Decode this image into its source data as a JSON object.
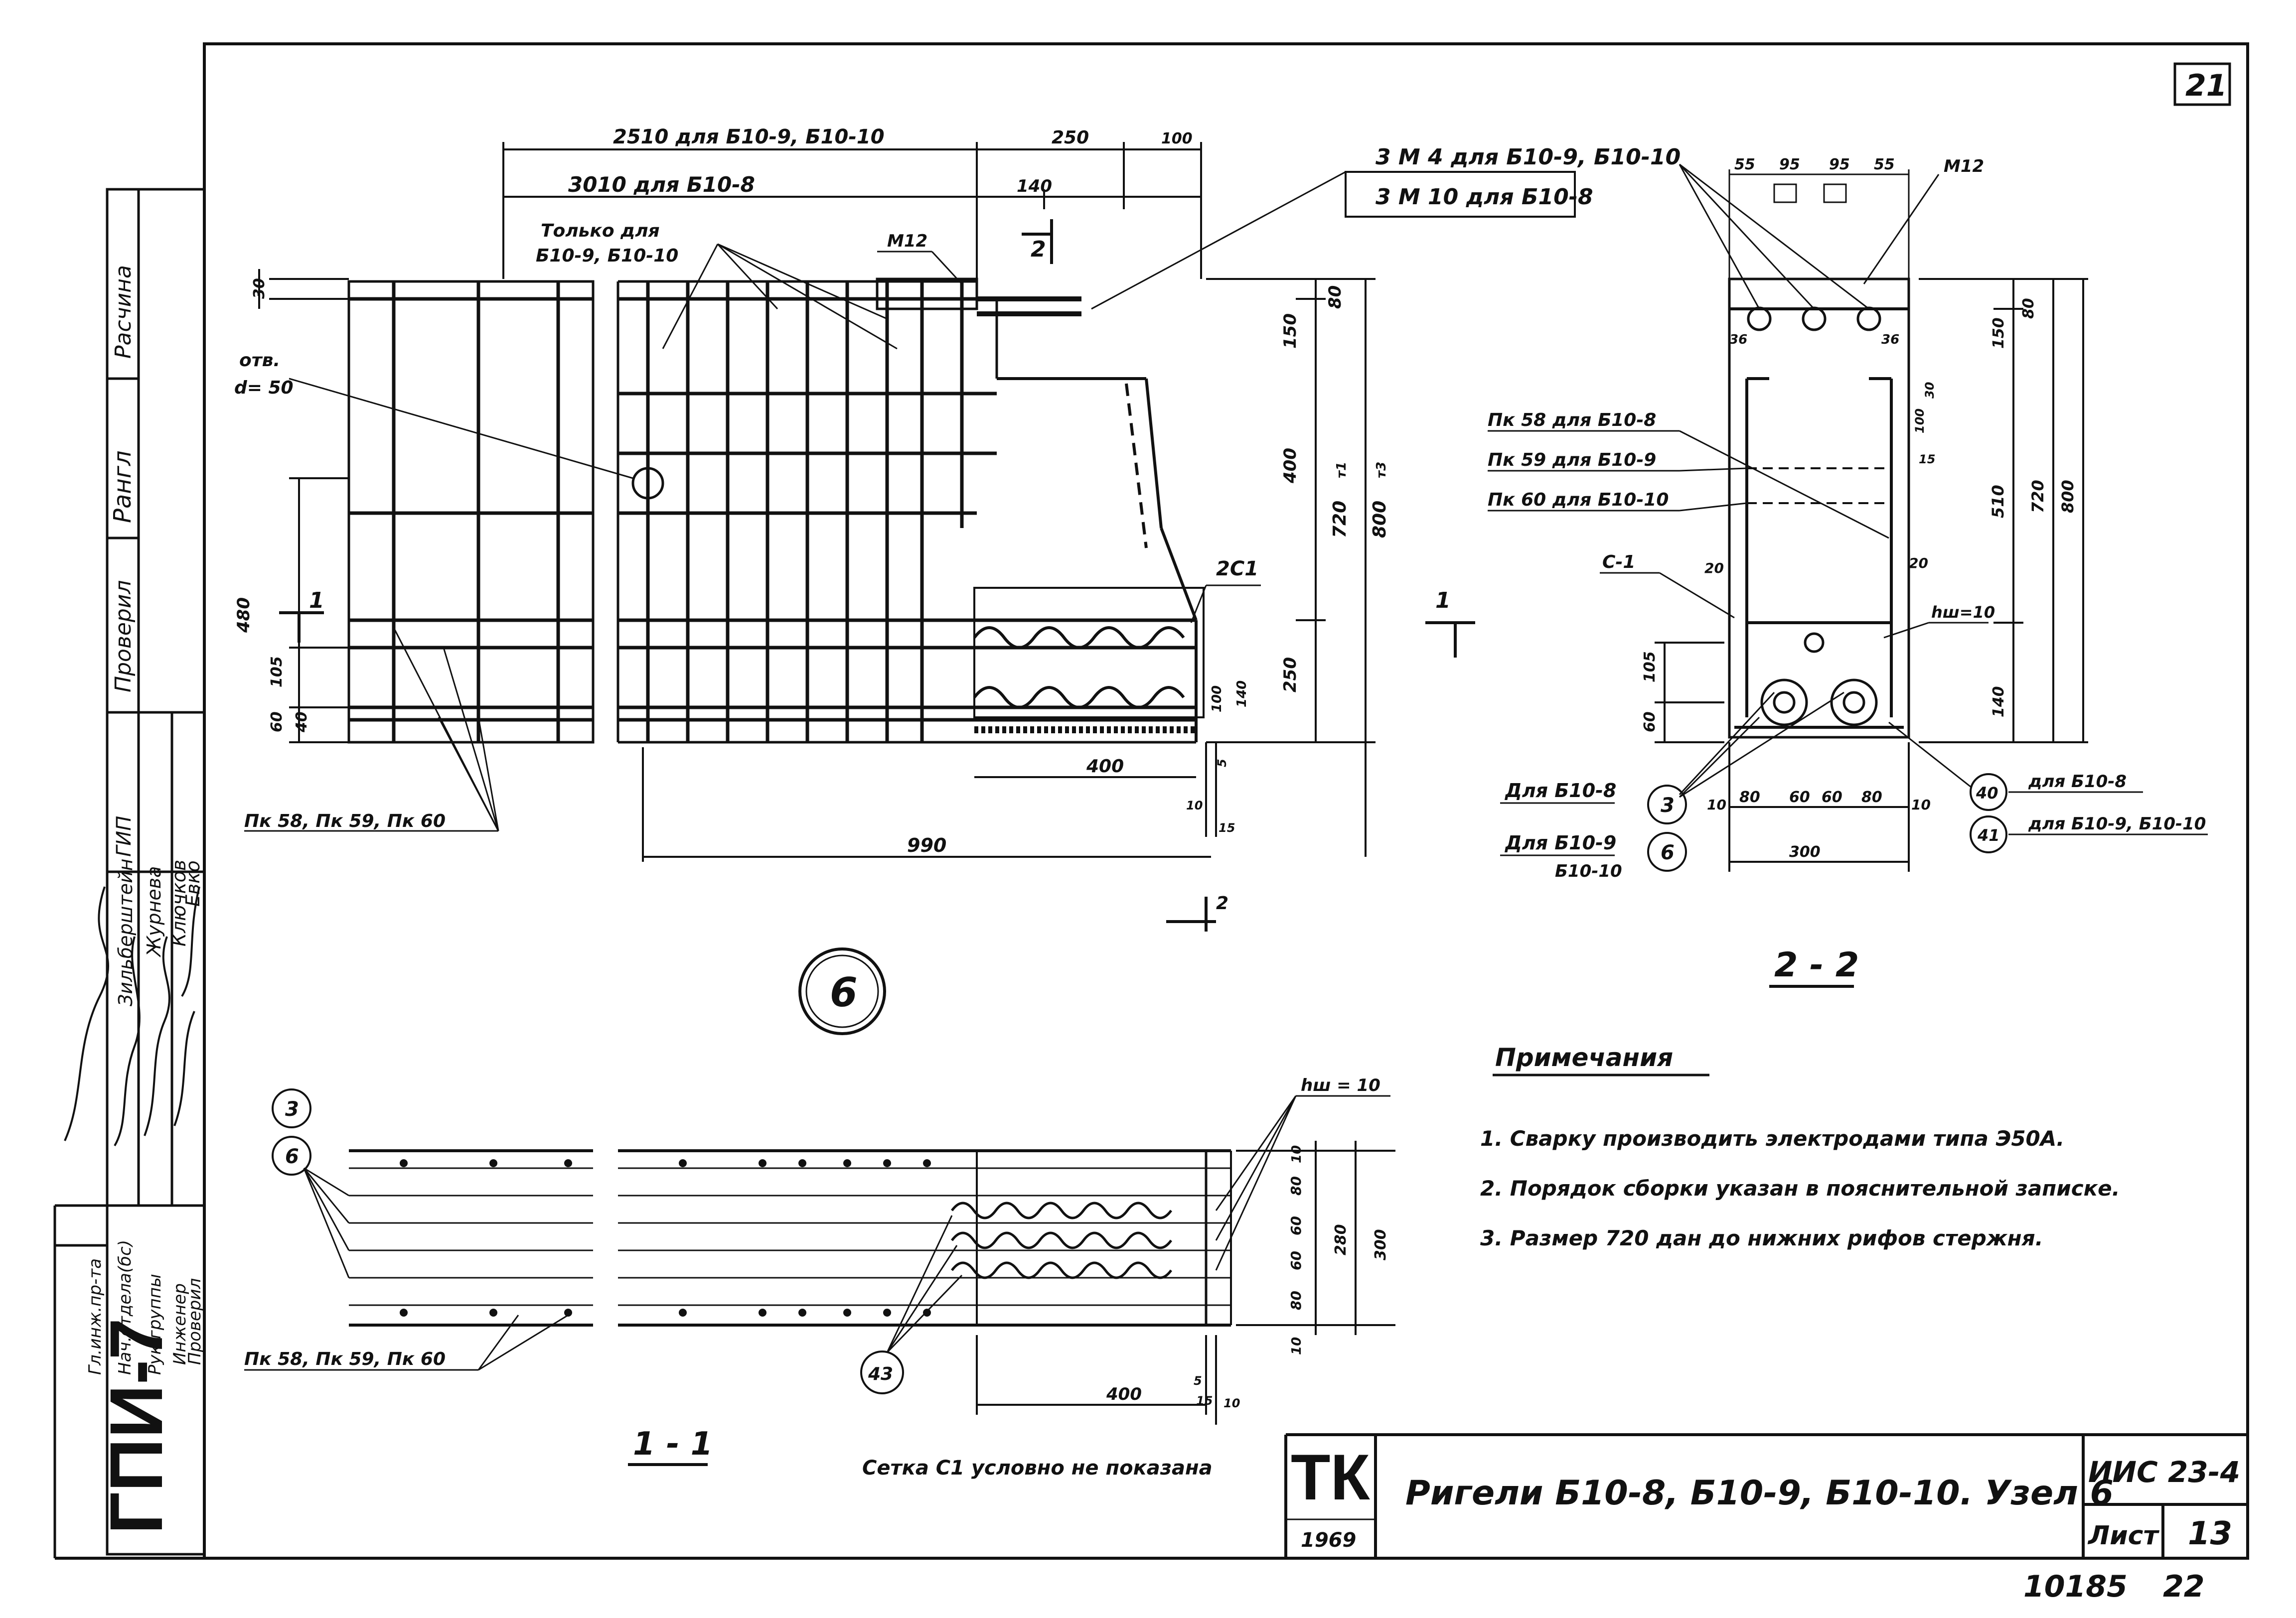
{
  "sheet": {
    "page_number": "21",
    "bottom_number": "10185",
    "bottom_number_2": "22"
  },
  "side_stamp": {
    "org": "ГПИ-7",
    "top_labels": [
      "Расчина",
      "Проверил",
      "ГИП"
    ],
    "top_signature": "Рангл",
    "roles": [
      "Гл.инж.пр-та",
      "Нач.отдела(бс)",
      "Рук.группы",
      "Инженер",
      "Проверил"
    ],
    "names": [
      "Зильберштейн",
      "Журнева",
      "Ключков",
      "Евко"
    ]
  },
  "view_main": {
    "dimensions": {
      "top1": "2510  для Б10-9, Б10-10",
      "top2": "3010  для Б10-8",
      "d250": "250",
      "d100": "100",
      "d140": "140",
      "d30": "30",
      "d150": "150",
      "d80": "80",
      "d400": "400",
      "d720": "720",
      "d800": "800",
      "d250v": "250",
      "d480": "480",
      "d105": "105",
      "d60": "60",
      "d40": "40",
      "d100v": "100",
      "d140v": "140",
      "d5": "5",
      "d10": "10",
      "d15": "15",
      "d400h": "400",
      "d990": "990"
    },
    "labels": {
      "only_for": "Только для",
      "only_for_2": "Б10-9,  Б10-10",
      "m12": "М12",
      "hole": "отв.",
      "hole_d": "d= 50",
      "c1": "2С1",
      "rebar": "Пк 58, Пк 59, Пк 60",
      "section_2": "2",
      "section_1": "1",
      "node_number": "6",
      "t1": "т1",
      "t3": "т3"
    }
  },
  "view_2_2": {
    "title": "2 - 2",
    "callout_1": "3 М 4   для Б10-9, Б10-10",
    "callout_2": "3 М 10   для Б10-8",
    "m12": "М12",
    "pk58": "Пк 58  для Б10-8",
    "pk59": "Пк 59  для Б10-9",
    "pk60": "Пк 60  для Б10-10",
    "c1": "С-1",
    "hw": "hш=10",
    "for_b10_8": "Для Б10-8",
    "for_b10_9": "Для Б10-9",
    "for_b10_10": "Б10-10",
    "for_b10_8_r": "для Б10-8",
    "for_b10_9_r": "для Б10-9, Б10-10",
    "circle_3": "3",
    "circle_6": "6",
    "circle_40": "40",
    "circle_41": "41",
    "dims_top": [
      "55",
      "95",
      "95",
      "55"
    ],
    "dims_bottom": [
      "10",
      "80",
      "60",
      "60",
      "80",
      "10"
    ],
    "d300": "300",
    "d150": "150",
    "d80": "80",
    "d510": "510",
    "d720": "720",
    "d800": "800",
    "d140": "140",
    "d105": "105",
    "d60": "60",
    "d20a": "20",
    "d20b": "20",
    "d36a": "36",
    "d36b": "36",
    "d15": "15",
    "d100": "100",
    "d30": "30"
  },
  "view_1_1": {
    "title": "1 - 1",
    "rebar": "Пк 58, Пк 59, Пк 60",
    "hw": "hш = 10",
    "circle_3": "3",
    "circle_6": "6",
    "circle_43": "43",
    "dims_right": [
      "10",
      "80",
      "60",
      "60",
      "80",
      "10"
    ],
    "d280": "280",
    "d300": "300",
    "d400": "400",
    "d5": "5",
    "d15": "15",
    "d10": "10",
    "mesh_note": "Сетка С1 условно не показана"
  },
  "notes": {
    "heading": "Примечания",
    "items": [
      "1. Сварку  производить    электродами типа  Э50А.",
      "2. Порядок сборки указан в пояснительной записке.",
      "3. Размер 720 дан до нижних рифов стержня."
    ]
  },
  "title_block": {
    "logo": "ТК",
    "year": "1969",
    "title": "Ригели Б10-8, Б10-9, Б10-10.  Узел 6",
    "series": "ИИС 23-4",
    "sheet_label": "Лист",
    "sheet_number": "13"
  }
}
